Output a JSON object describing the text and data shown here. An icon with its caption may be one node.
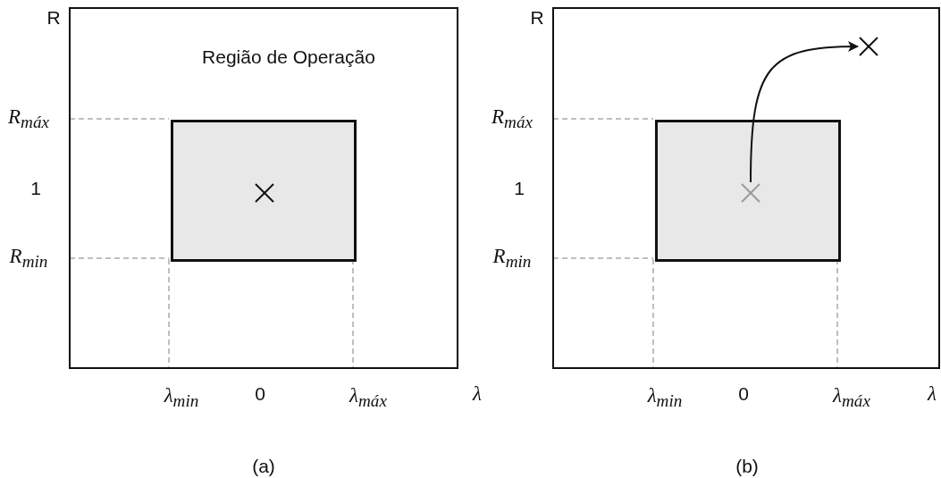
{
  "diagram": {
    "nodes": [
      {
        "text": [
          "Região de Operação"
        ]
      },
      {
        "text": [],
        "shape": "box",
        "in": 0
      },
      {
        "text": [],
        "shape": "cross",
        "in": 1
      },
      {
        "text": [],
        "shape": "box"
      },
      {
        "text": [],
        "shape": "box",
        "in": 3
      },
      {
        "text": [],
        "shape": "cross",
        "in": 4
      },
      {
        "text": [],
        "shape": "cross",
        "in": 3
      }
    ],
    "edges": [
      {
        "from": 5,
        "to": 6,
        "arrow": "to"
      }
    ],
    "labels": [
      "R",
      "R$_{máx}$",
      "1",
      "R$_{min}$",
      "λ$_{min}$",
      "0",
      "λ$_{máx}$",
      "λ",
      "R",
      "R$_{máx}$",
      "1",
      "R$_{min}$",
      "λ$_{min}$",
      "0",
      "λ$_{máx}$",
      "λ",
      "(a)",
      "(b)"
    ]
  }
}
